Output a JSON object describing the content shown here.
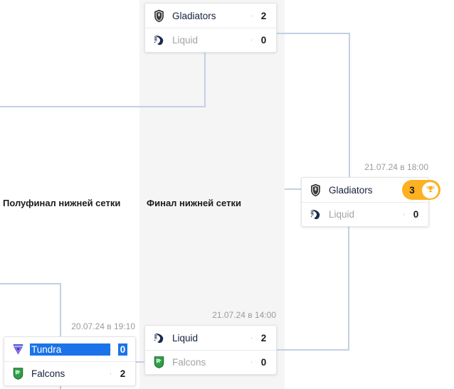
{
  "bracket": {
    "rounds": [
      {
        "id": "lb-semifinal",
        "label": "Полуфинал нижней сетки"
      },
      {
        "id": "lb-final",
        "label": "Финал нижней сетки"
      }
    ],
    "matches": [
      {
        "id": "ub-final",
        "time": "",
        "teams": [
          {
            "name": "Gladiators",
            "score": "2",
            "logo": "gladiators-logo",
            "state": "winner"
          },
          {
            "name": "Liquid",
            "score": "0",
            "logo": "liquid-logo",
            "state": "loser"
          }
        ]
      },
      {
        "id": "lb-final",
        "time": "21.07.24 в 18:00",
        "teams": [
          {
            "name": "Gladiators",
            "score": "3",
            "logo": "gladiators-logo",
            "state": "winner-highlighted"
          },
          {
            "name": "Liquid",
            "score": "0",
            "logo": "liquid-logo",
            "state": "loser"
          }
        ]
      },
      {
        "id": "lb-semi-upper",
        "time": "21.07.24 в 14:00",
        "teams": [
          {
            "name": "Liquid",
            "score": "2",
            "logo": "liquid-logo",
            "state": "winner"
          },
          {
            "name": "Falcons",
            "score": "0",
            "logo": "falcons-logo",
            "state": "loser"
          }
        ]
      },
      {
        "id": "lb-semi-lower",
        "time": "20.07.24 в 19:10",
        "teams": [
          {
            "name": "Tundra",
            "score": "0",
            "logo": "tundra-logo",
            "state": "selected"
          },
          {
            "name": "Falcons",
            "score": "2",
            "logo": "falcons-logo",
            "state": "winner"
          }
        ]
      }
    ],
    "colors": {
      "connector": "#c3cfe6",
      "column_shade": "#f5f5f5",
      "winner_accent": "#fdb022",
      "selection": "#1a73e8",
      "loser_text": "#a3a3a3",
      "time_text": "#9b9b9b"
    },
    "icons": {
      "trophy": "trophy-icon"
    }
  }
}
